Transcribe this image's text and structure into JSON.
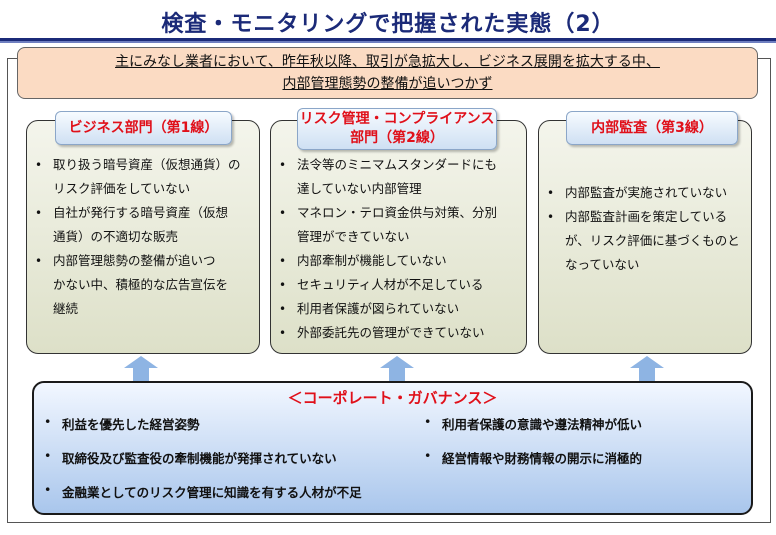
{
  "title": "検査・モニタリングで把握された実態（2）",
  "banner": {
    "line1": "主にみなし業者において、昨年秋以降、取引が急拡大し、ビジネス展開を拡大する中、",
    "line2": "内部管理態勢の整備が追いつかず"
  },
  "columns": [
    {
      "label": "ビジネス部門（第1線）",
      "items": [
        "取り扱う暗号資産（仮想通貨）の",
        "リスク評価をしていない",
        "自社が発行する暗号資産（仮想",
        "通貨）の不適切な販売",
        "内部管理態勢の整備が追いつ",
        "かない中、積極的な広告宣伝を",
        "継続"
      ]
    },
    {
      "label_line1": "リスク管理・コンプライアンス",
      "label_line2": "部門（第2線）",
      "items": [
        "法令等のミニマムスタンダードにも",
        "達していない内部管理",
        "マネロン・テロ資金供与対策、分別",
        "管理ができていない",
        "内部牽制が機能していない",
        "セキュリティ人材が不足している",
        "利用者保護が図られていない",
        "外部委託先の管理ができていない"
      ]
    },
    {
      "label": "内部監査（第3線）",
      "items": [
        "内部監査が実施されていない",
        "内部監査計画を策定している",
        "が、リスク評価に基づくものと",
        "なっていない"
      ]
    }
  ],
  "governance": {
    "title": "＜コーポレート・ガバナンス＞",
    "items": [
      "利益を優先した経営姿勢",
      "取締役及び監査役の牽制機能が発揮されていない",
      "金融業としてのリスク管理に知識を有する人材が不足",
      "利用者保護の意識や遵法精神が低い",
      "経営情報や財務情報の開示に消極的"
    ]
  },
  "colors": {
    "title": "#1b2a78",
    "accent_red": "#e0101a",
    "banner_bg": "#fbdbc3",
    "arrow": "#8eb4e3"
  }
}
